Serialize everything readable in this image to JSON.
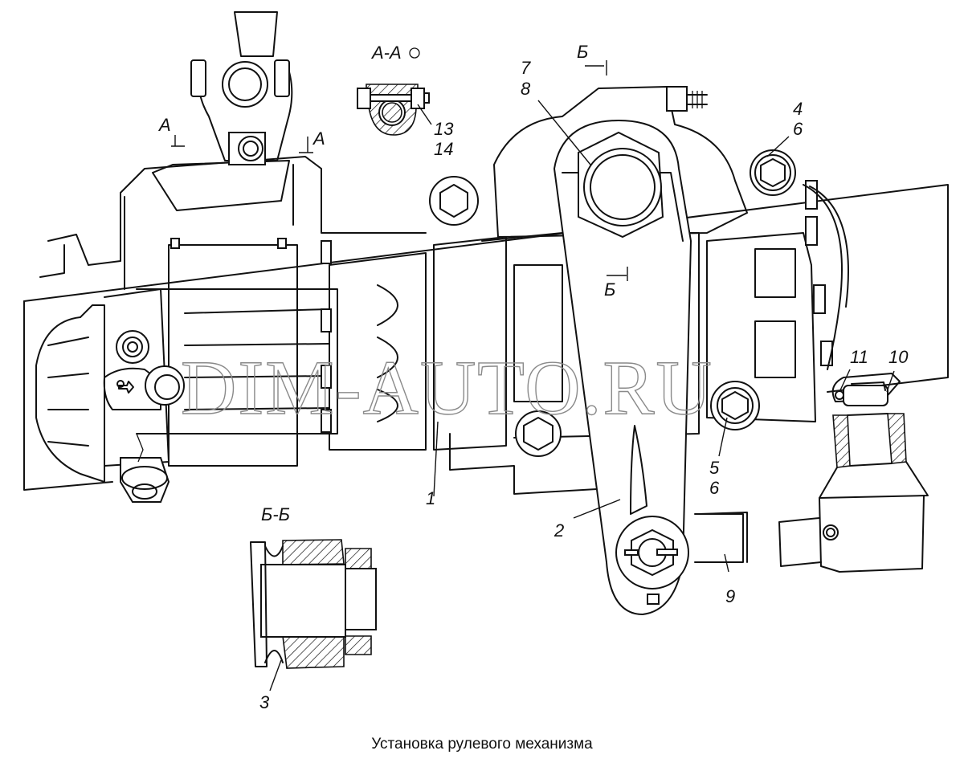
{
  "figure": {
    "caption": "Установка рулевого механизма",
    "watermark": "DIM-AUTO.RU"
  },
  "section_labels": {
    "aa": "А-А",
    "bb": "Б-Б",
    "a_left": "А",
    "a_right": "А",
    "b_top": "Б",
    "b_bottom": "Б"
  },
  "callouts": {
    "c1": "1",
    "c2": "2",
    "c3": "3",
    "c4": "4",
    "c4b": "6",
    "c5": "5",
    "c5b": "6",
    "c7": "7",
    "c8": "8",
    "c9": "9",
    "c10": "10",
    "c11": "11",
    "c13": "13",
    "c14": "14"
  }
}
